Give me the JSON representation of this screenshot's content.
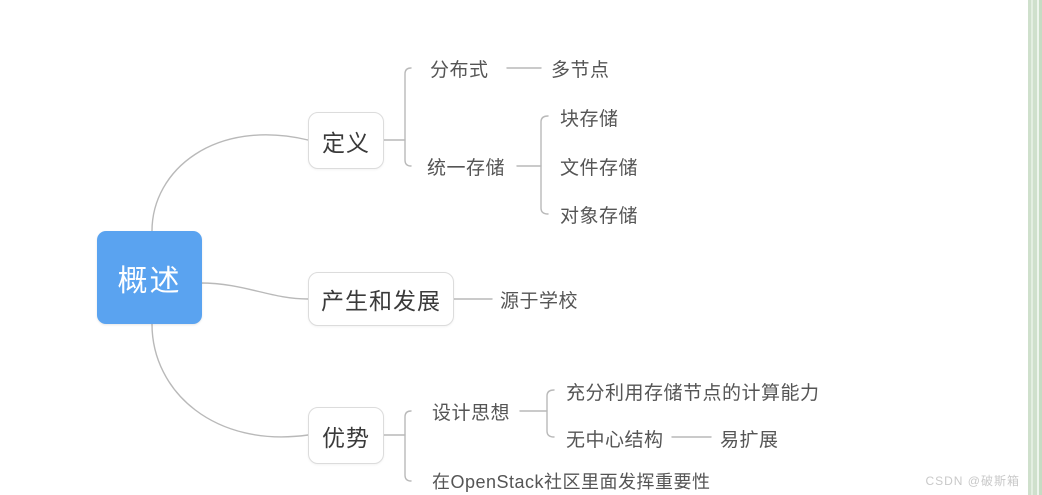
{
  "diagram": {
    "type": "mind-map",
    "title_node": "概述",
    "root": {
      "label": "概述",
      "color": "#5aa3f0",
      "text_color": "#ffffff"
    },
    "branches": [
      {
        "label": "定义",
        "children": [
          {
            "label": "分布式",
            "children": [
              {
                "label": "多节点"
              }
            ]
          },
          {
            "label": "统一存储",
            "children": [
              {
                "label": "块存储"
              },
              {
                "label": "文件存储"
              },
              {
                "label": "对象存储"
              }
            ]
          }
        ]
      },
      {
        "label": "产生和发展",
        "children": [
          {
            "label": "源于学校",
            "children": []
          }
        ]
      },
      {
        "label": "优势",
        "children": [
          {
            "label": "设计思想",
            "children": [
              {
                "label": "充分利用存储节点的计算能力"
              },
              {
                "label": "无中心结构",
                "children": [
                  {
                    "label": "易扩展"
                  }
                ]
              }
            ]
          },
          {
            "label": "在OpenStack社区里面发挥重要性",
            "children": []
          }
        ]
      }
    ],
    "watermark": "CSDN @破斯箱",
    "colors": {
      "root_fill": "#5aa3f0",
      "branch_border": "#dcdcdc",
      "connector": "#b9b9b9",
      "leaf_text": "#555555",
      "branch_text": "#3a3a3a",
      "edge_stripe": "#cfe0cc"
    }
  }
}
